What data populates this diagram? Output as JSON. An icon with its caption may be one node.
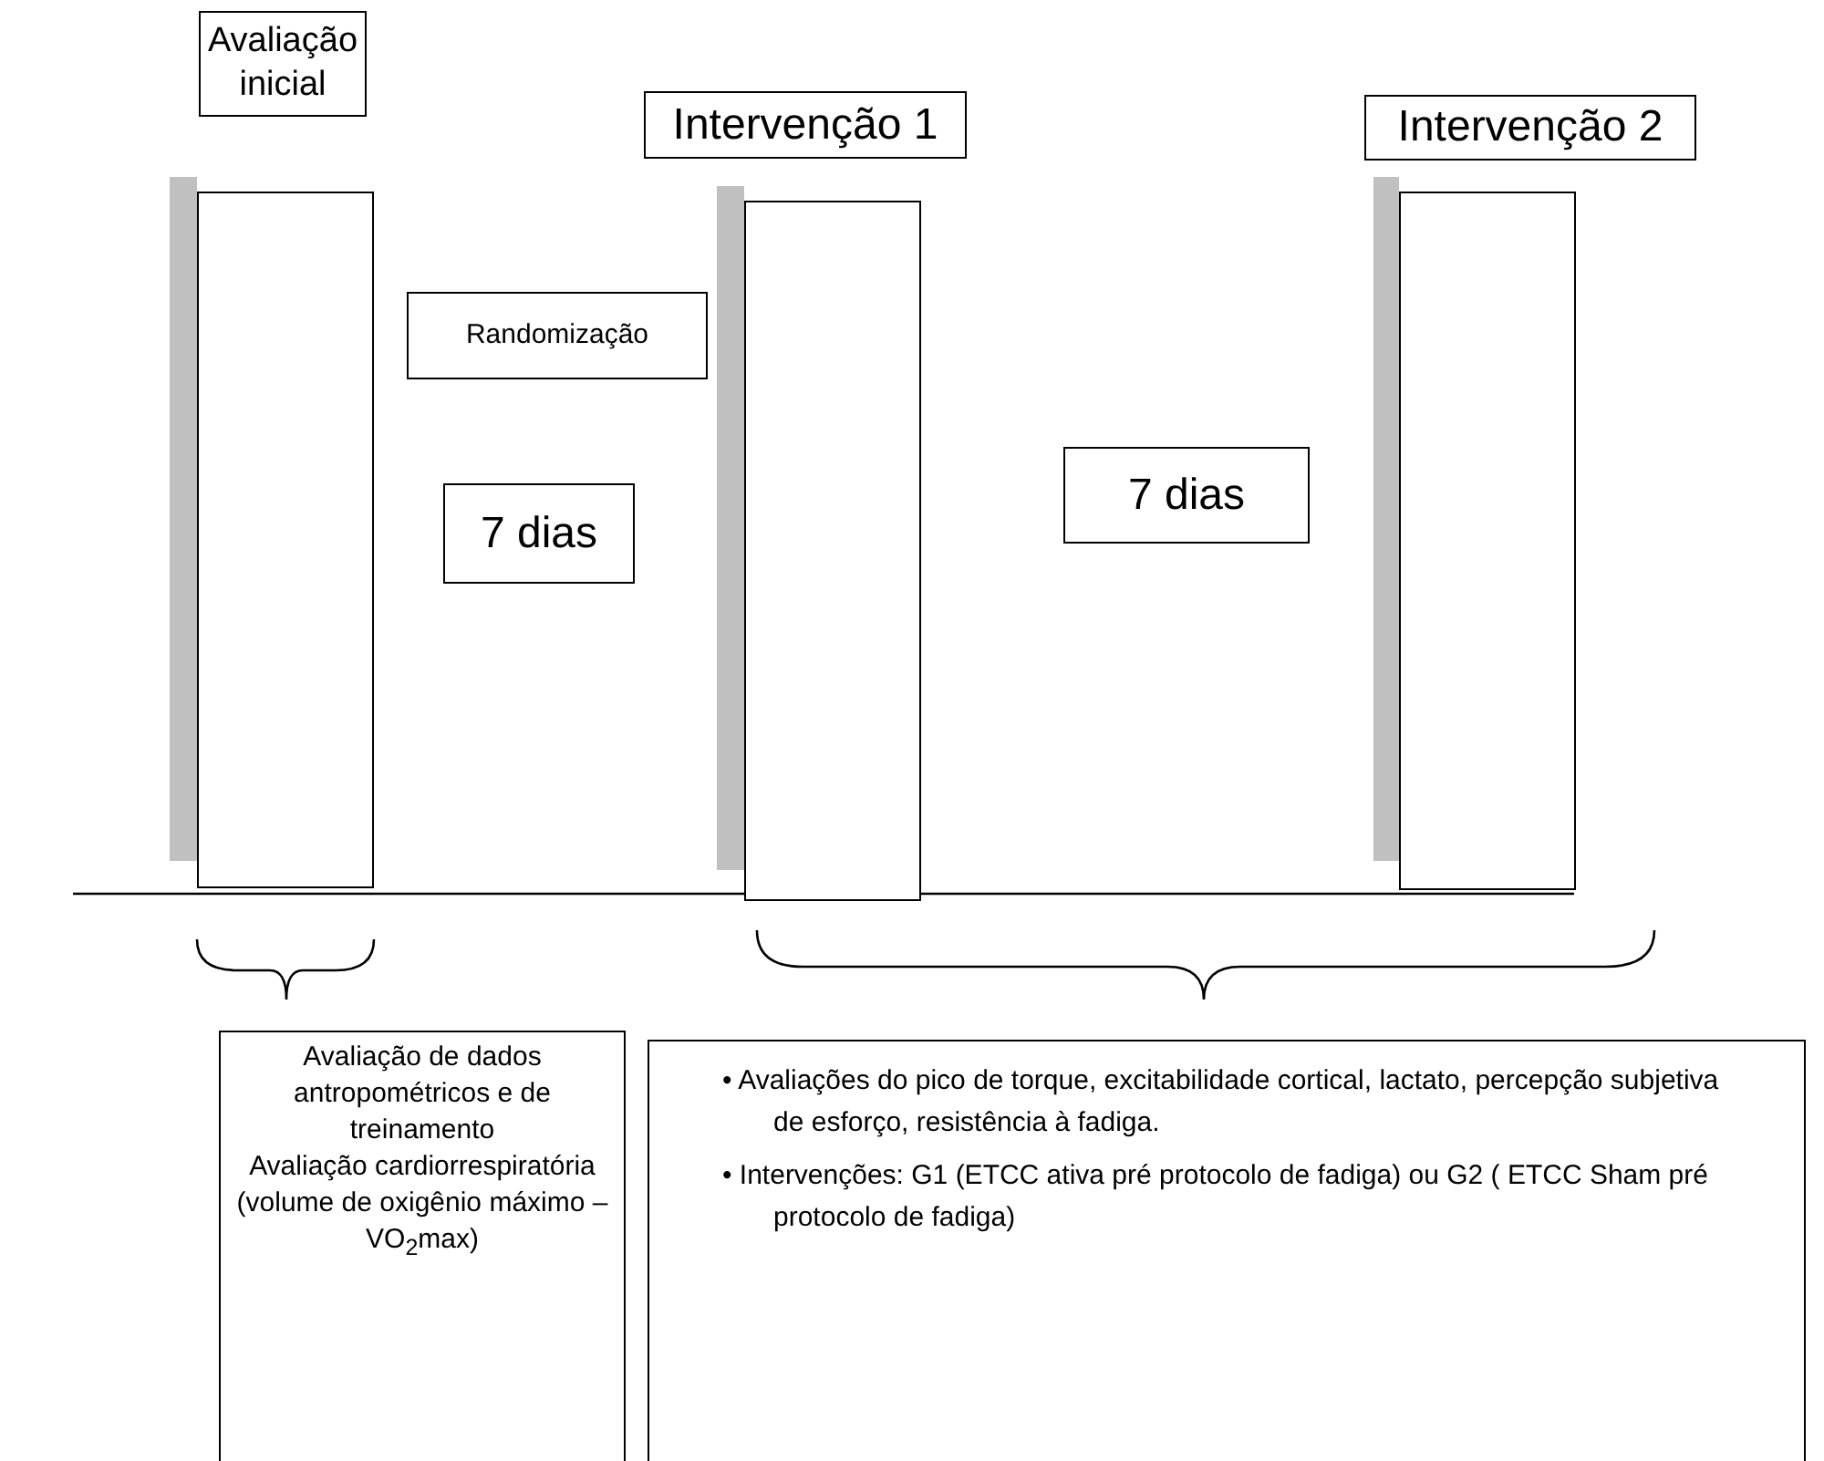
{
  "diagram": {
    "nodes": [
      {
        "text": [
          "Avaliação inicial"
        ]
      },
      {
        "text": [
          "Intervenção 1"
        ]
      },
      {
        "text": [
          "Intervenção 2"
        ]
      },
      {
        "text": [],
        "shape": "box"
      },
      {
        "text": [],
        "shape": "box"
      },
      {
        "text": [],
        "shape": "box"
      },
      {
        "text": [
          "Randomização"
        ]
      },
      {
        "text": [
          "7 dias"
        ]
      },
      {
        "text": [
          "7 dias"
        ]
      },
      {
        "text": [
          "Avaliação de dados antropométricos e de treinamento",
          "Avaliação cardiorrespiratória (volume de oxigênio máximo – VO$_{2}$max)"
        ]
      },
      {
        "text": [
          "• Avaliações do pico de torque, excitabilidade cortical, lactato, percepção subjetiva de esforço, resistência à fadiga.",
          "• Intervenções: G1 (ETCC ativa pré protocolo de fadiga) ou G2 ( ETCC Sham pré protocolo de fadiga)"
        ]
      }
    ],
    "edges": []
  }
}
